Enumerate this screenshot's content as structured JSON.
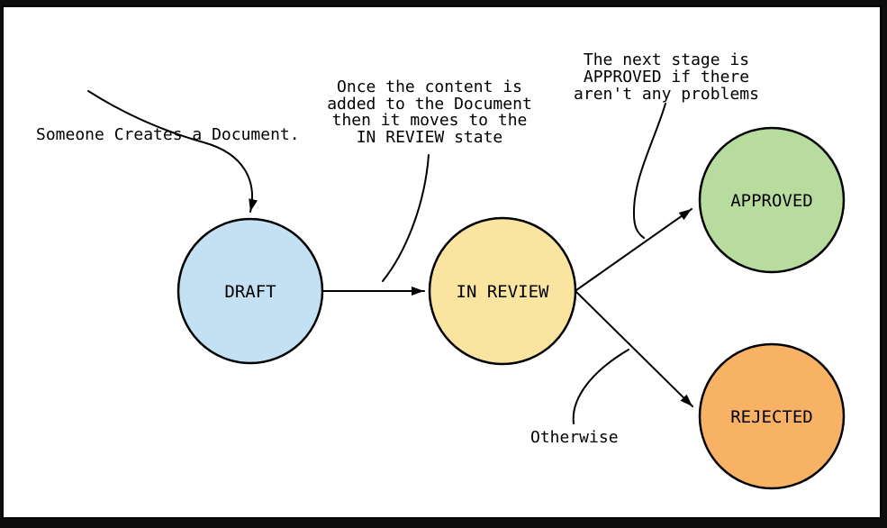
{
  "diagram": {
    "title": "document-workflow-state-diagram",
    "colors": {
      "background": "#0d0d0d",
      "surface": "#ffffff",
      "stroke": "#000000"
    },
    "nodes": [
      {
        "id": "draft",
        "label": "DRAFT",
        "fill": "#c3e1f3"
      },
      {
        "id": "in-review",
        "label": "IN REVIEW",
        "fill": "#fae5a0"
      },
      {
        "id": "approved",
        "label": "APPROVED",
        "fill": "#b8dc9e"
      },
      {
        "id": "rejected",
        "label": "REJECTED",
        "fill": "#f8b266"
      }
    ],
    "annotations": {
      "create": {
        "lines": [
          "Someone Creates a Document."
        ]
      },
      "to_review": {
        "lines": [
          "Once the content is",
          "added to the Document",
          "then it moves to the",
          "IN REVIEW state"
        ]
      },
      "to_approved": {
        "lines": [
          "The next stage is",
          "APPROVED if there",
          "aren't any problems"
        ]
      },
      "otherwise": {
        "lines": [
          "Otherwise"
        ]
      }
    }
  }
}
